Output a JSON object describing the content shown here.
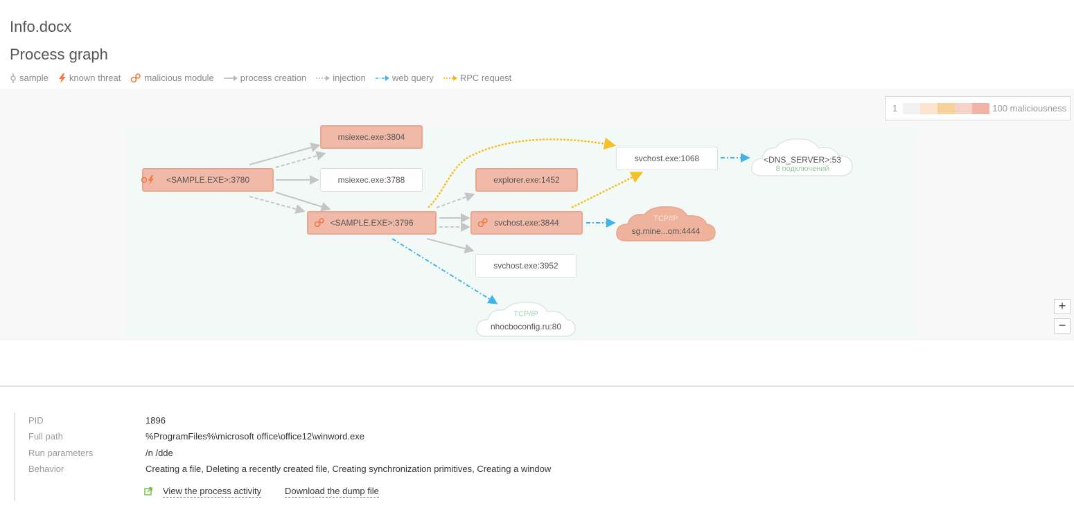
{
  "page": {
    "title": "Info.docx",
    "subtitle": "Process graph"
  },
  "legend": [
    {
      "icon": "sample-icon",
      "label": "sample"
    },
    {
      "icon": "known-threat-icon",
      "label": "known threat",
      "color": "#f07a45"
    },
    {
      "icon": "malicious-module-icon",
      "label": "malicious module",
      "color": "#f07a45"
    },
    {
      "icon": "process-creation-arrow-icon",
      "label": "process creation",
      "color": "#b8b8b8"
    },
    {
      "icon": "injection-arrow-icon",
      "label": "injection",
      "color": "#b8b8b8"
    },
    {
      "icon": "web-query-arrow-icon",
      "label": "web query",
      "color": "#3fb4ea"
    },
    {
      "icon": "rpc-request-arrow-icon",
      "label": "RPC request",
      "color": "#f3b51e"
    }
  ],
  "scale": {
    "min_label": "1",
    "max_label": "100 maliciousness",
    "colors": [
      "#f2f2f2",
      "#fbe5cf",
      "#f8d09a",
      "#f5d1c8",
      "#f0b3a5"
    ]
  },
  "graph": {
    "nodes": {
      "sample3780": "<SAMPLE.EXE>:3780",
      "msiexec3804": "msiexec.exe:3804",
      "msiexec3788": "msiexec.exe:3788",
      "sample3796": "<SAMPLE.EXE>:3796",
      "explorer1452": "explorer.exe:1452",
      "svchost3844": "svchost.exe:3844",
      "svchost3952": "svchost.exe:3952",
      "svchost1068": "svchost.exe:1068"
    },
    "clouds": {
      "dns": {
        "line1": "<DNS_SERVER>:53",
        "line2": "8 подключений"
      },
      "mine": {
        "line1": "TCP/IP",
        "line2": "sg.mine...om:4444"
      },
      "nhoc": {
        "line1": "TCP/IP",
        "line2": "nhocboconfig.ru:80"
      }
    }
  },
  "zoom": {
    "in": "+",
    "out": "−"
  },
  "details": {
    "pid": {
      "label": "PID",
      "value": "1896"
    },
    "full_path": {
      "label": "Full path",
      "value": "%ProgramFiles%\\microsoft office\\office12\\winword.exe"
    },
    "run_parameters": {
      "label": "Run parameters",
      "value": "/n /dde"
    },
    "behavior": {
      "label": "Behavior",
      "value": "Creating a file, Deleting a recently created file, Creating synchronization primitives, Creating a window"
    }
  },
  "links": {
    "view_activity": "View the process activity",
    "download_dump": "Download the dump file"
  }
}
